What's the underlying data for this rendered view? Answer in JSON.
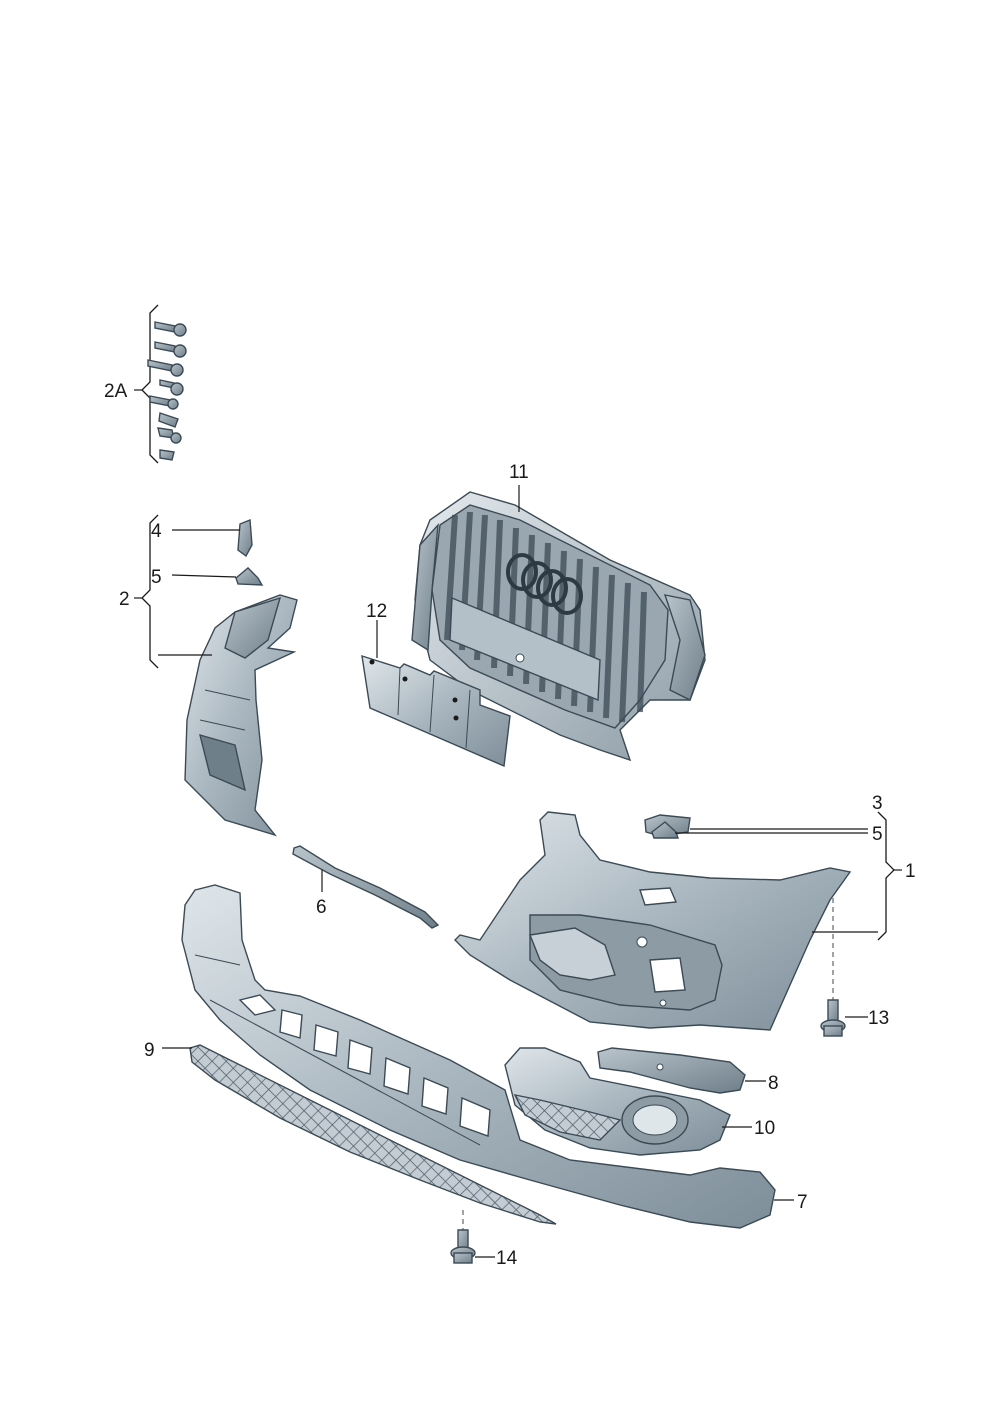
{
  "diagram": {
    "callouts": {
      "c1": "1",
      "c2": "2",
      "c2a": "2A",
      "c3": "3",
      "c4": "4",
      "c5a": "5",
      "c5b": "5",
      "c6": "6",
      "c7": "7",
      "c8": "8",
      "c9": "9",
      "c10": "10",
      "c11": "11",
      "c12": "12",
      "c13": "13",
      "c14": "14"
    }
  }
}
